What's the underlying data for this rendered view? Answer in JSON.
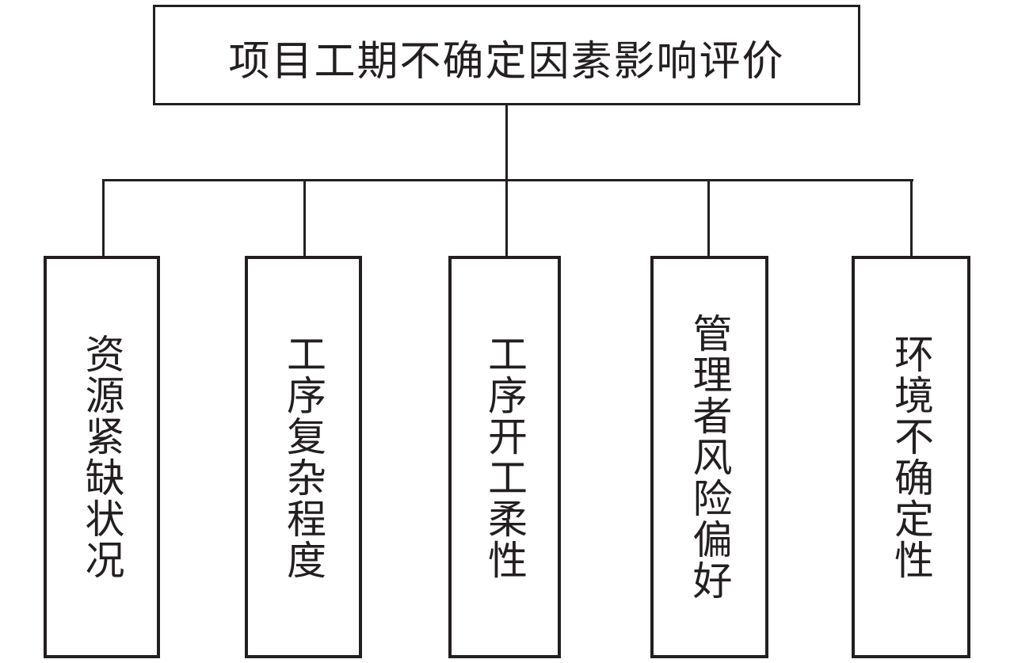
{
  "figure": {
    "type": "hierarchy-diagram",
    "title": "项目工期不确定因素影响评价",
    "factors": [
      {
        "label": "资源紧缺状况"
      },
      {
        "label": "工序复杂程度"
      },
      {
        "label": "工序开工柔性"
      },
      {
        "label": "管理者风险偏好"
      },
      {
        "label": "环境不确定性"
      }
    ],
    "colors": {
      "line": "#231f20",
      "background": "#ffffff"
    }
  }
}
